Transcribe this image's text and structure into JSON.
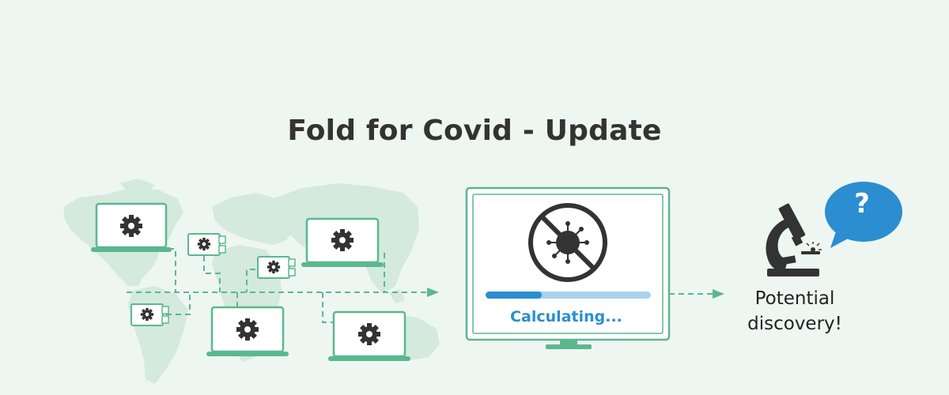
{
  "title": "Fold for Covid - Update",
  "progress": {
    "label": "Calculating...",
    "fraction": 0.34
  },
  "result": {
    "line1": "Potential",
    "line2": "discovery!",
    "bubble_text": "?"
  },
  "icons": {
    "computers": "gear-icon",
    "virus": "virus-crossed-icon",
    "microscope": "microscope-icon",
    "bubble": "question-bubble-icon"
  },
  "colors": {
    "background": "#eef6f2",
    "map": "#d3eadc",
    "accent_green": "#5bb88e",
    "progress_fill": "#2a8ed0",
    "progress_track": "#a9d2ee",
    "bubble": "#2a8ed0",
    "dark": "#333333"
  }
}
